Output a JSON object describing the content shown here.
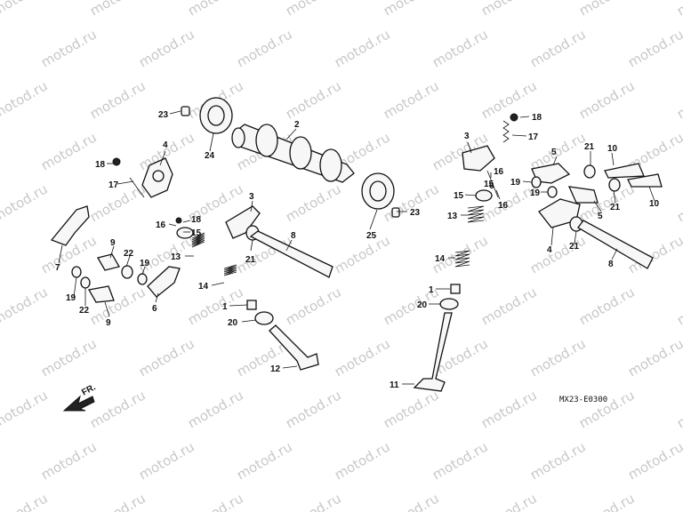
{
  "watermark": "motod.ru",
  "diagram_code": "MX23-E0300",
  "front_marker": "FR.",
  "callouts": [
    "1",
    "2",
    "3",
    "4",
    "5",
    "6",
    "7",
    "8",
    "9",
    "10",
    "11",
    "12",
    "13",
    "14",
    "15",
    "16",
    "17",
    "18",
    "19",
    "20",
    "21",
    "22",
    "23",
    "24",
    "25"
  ]
}
